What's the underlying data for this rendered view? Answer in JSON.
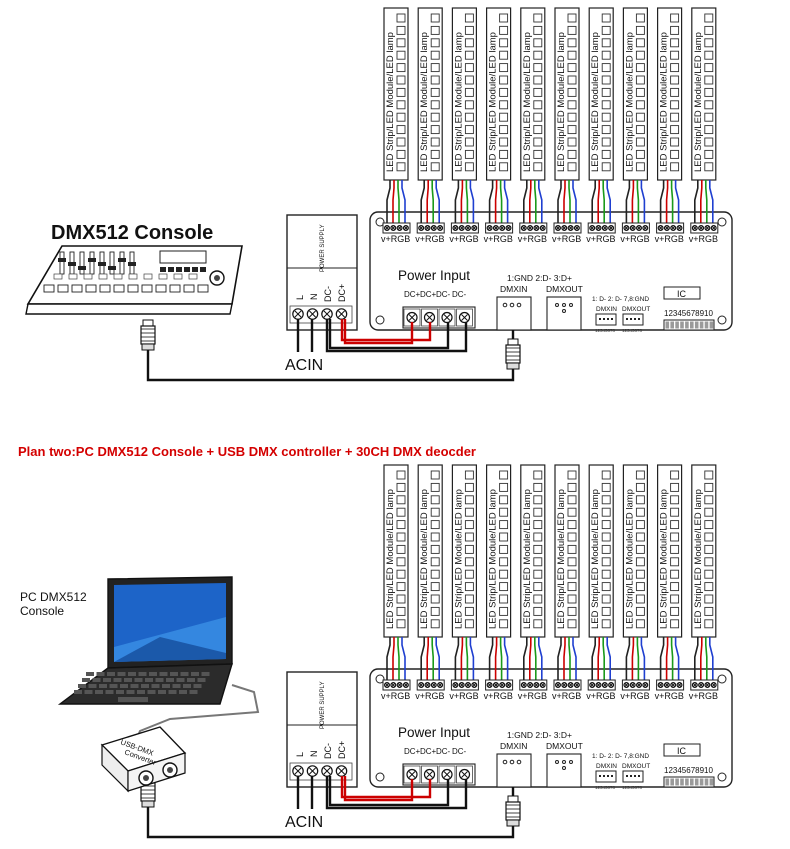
{
  "plan_two_title": "Plan two:PC DMX512 Console + USB DMX controller + 30CH DMX deocder",
  "strip_label": "LED Strip/LED Module/LED lamp",
  "strip_count": 10,
  "terminal_label": "v+RGB",
  "power_input_label": "Power Input",
  "power_terminals": [
    "DC+",
    "DC+",
    "DC-",
    "DC-"
  ],
  "dmx_pin_label": "1:GND 2:D- 3:D+",
  "dmxin_label": "DMXIN",
  "dmxout_label": "DMXOUT",
  "small_pin_label": "1: D- 2: D- 7,8:GND",
  "small_dmxin_label": "DMXIN",
  "small_dmxout_label": "DMXOUT",
  "small_port_number": "12345678",
  "ic_label": "IC",
  "dip_label": "12345678910",
  "psu_label": "POWER SUPPLY",
  "psu_terminals": [
    "L",
    "N",
    "DC-",
    "DC+"
  ],
  "acin_label": "ACIN",
  "console_label": "DMX512 Console",
  "pc_console_label": [
    "PC  DMX512",
    "Console"
  ],
  "usb_converter_label": [
    "USB-DMX",
    "Converter"
  ],
  "colors": {
    "title_red": "#d40000",
    "wire_red": "#cc0000",
    "wire_green": "#1a9a1a",
    "wire_blue": "#1f3fd0"
  }
}
